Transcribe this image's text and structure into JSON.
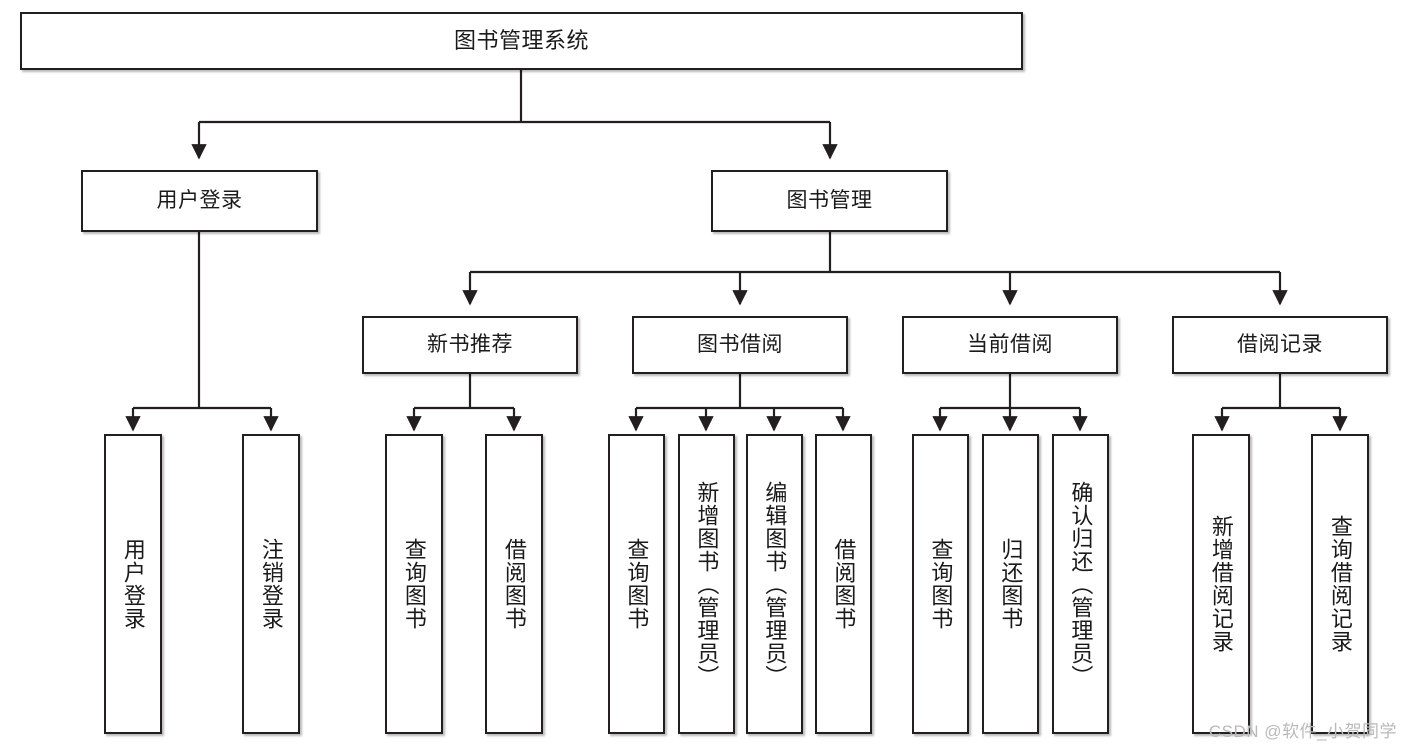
{
  "diagram": {
    "title": "图书管理系统",
    "type": "tree",
    "watermark": "CSDN @软件_小贺同学",
    "colors": {
      "stroke": "#231f20",
      "fill": "#ffffff",
      "text": "#1a1a1a",
      "watermark": "#b9b9b9"
    },
    "root": {
      "label": "图书管理系统"
    },
    "level2": [
      {
        "label": "用户登录"
      },
      {
        "label": "图书管理"
      }
    ],
    "level3": [
      {
        "label": "新书推荐"
      },
      {
        "label": "图书借阅"
      },
      {
        "label": "当前借阅"
      },
      {
        "label": "借阅记录"
      }
    ],
    "leaves": {
      "user_login": [
        {
          "label": "用户登录"
        },
        {
          "label": "注销登录"
        }
      ],
      "new_book": [
        {
          "label": "查询图书"
        },
        {
          "label": "借阅图书"
        }
      ],
      "borrow_book": [
        {
          "label": "查询图书"
        },
        {
          "label": "新增图书（管理员）"
        },
        {
          "label": "编辑图书（管理员）"
        },
        {
          "label": "借阅图书"
        }
      ],
      "current_borrow": [
        {
          "label": "查询图书"
        },
        {
          "label": "归还图书"
        },
        {
          "label": "确认归还（管理员）"
        }
      ],
      "borrow_record": [
        {
          "label": "新增借阅记录"
        },
        {
          "label": "查询借阅记录"
        }
      ]
    }
  }
}
